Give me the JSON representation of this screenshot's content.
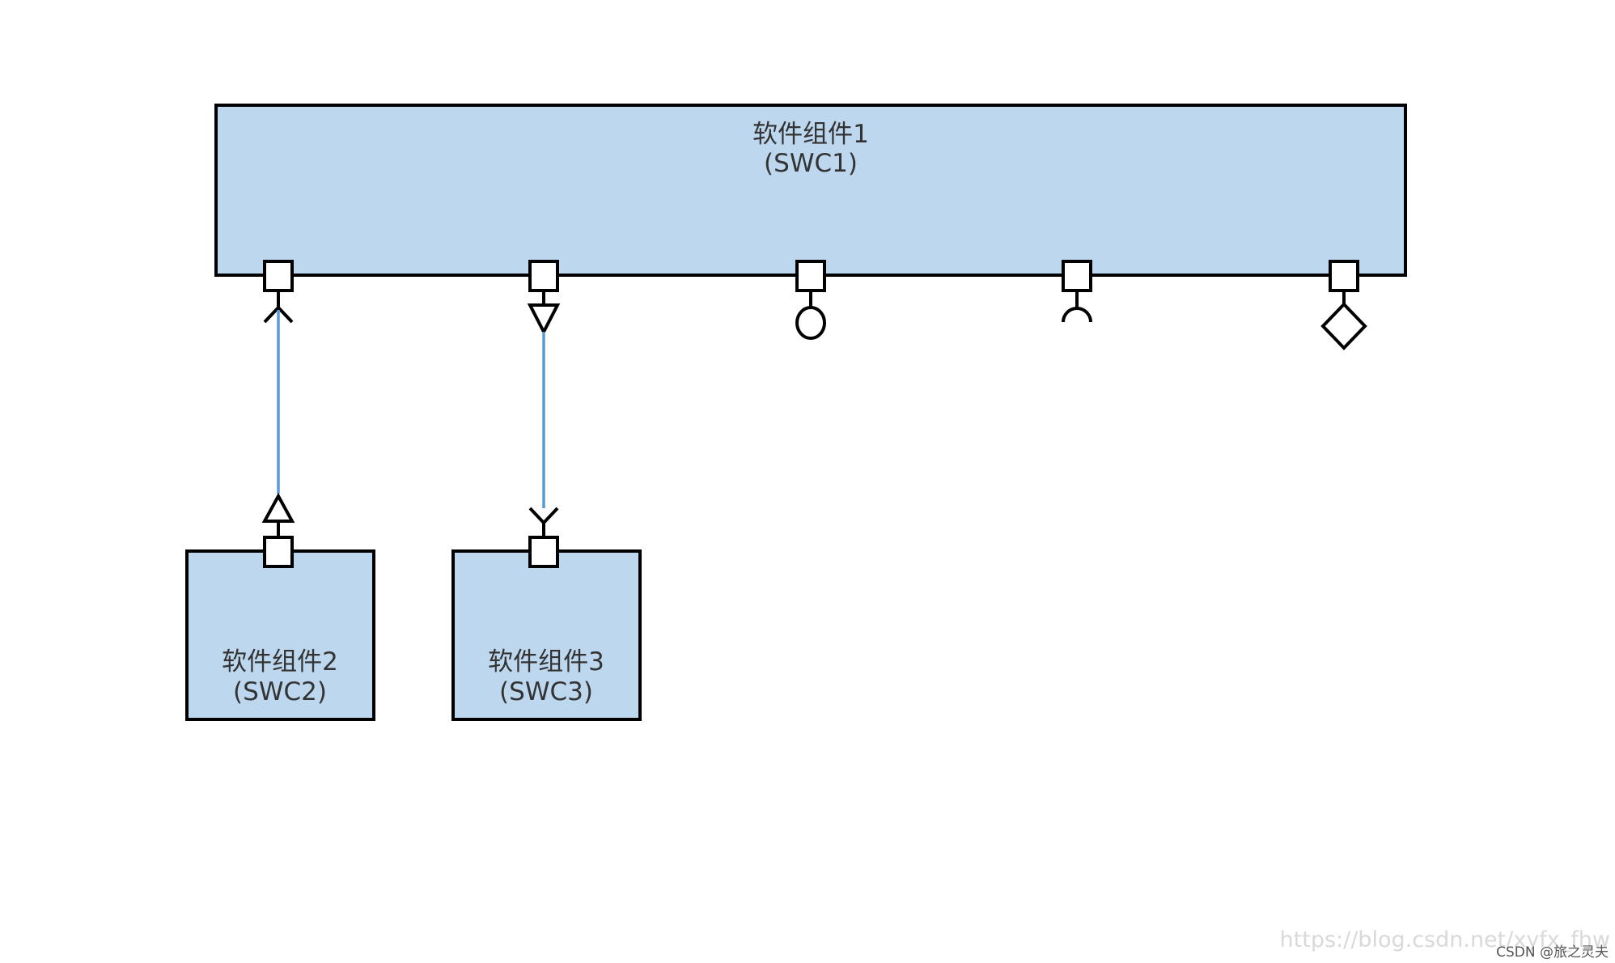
{
  "colors": {
    "component_fill": "#bdd7ee",
    "component_stroke": "#000000",
    "connector": "#5b9bd5",
    "text": "#333333",
    "watermark_faint": "#d9d9d9",
    "watermark_dark": "#555555"
  },
  "components": {
    "swc1": {
      "name": "软件组件1",
      "id": "(SWC1)"
    },
    "swc2": {
      "name": "软件组件2",
      "id": "(SWC2)"
    },
    "swc3": {
      "name": "软件组件3",
      "id": "(SWC3)"
    }
  },
  "ports": {
    "swc1_p1": {
      "symbol": "receiver-arrow-icon"
    },
    "swc1_p2": {
      "symbol": "sender-triangle-icon"
    },
    "swc1_p3": {
      "symbol": "server-circle-icon"
    },
    "swc1_p4": {
      "symbol": "client-socket-icon"
    },
    "swc1_p5": {
      "symbol": "diamond-icon"
    },
    "swc2_p1": {
      "symbol": "sender-triangle-icon"
    },
    "swc3_p1": {
      "symbol": "receiver-arrow-icon"
    }
  },
  "connectors": [
    {
      "from": "swc2_p1",
      "to": "swc1_p1"
    },
    {
      "from": "swc1_p2",
      "to": "swc3_p1"
    }
  ],
  "watermark": {
    "url": "https://blog.csdn.net/xyfx_fhw",
    "credit": "CSDN @旅之灵夫"
  }
}
